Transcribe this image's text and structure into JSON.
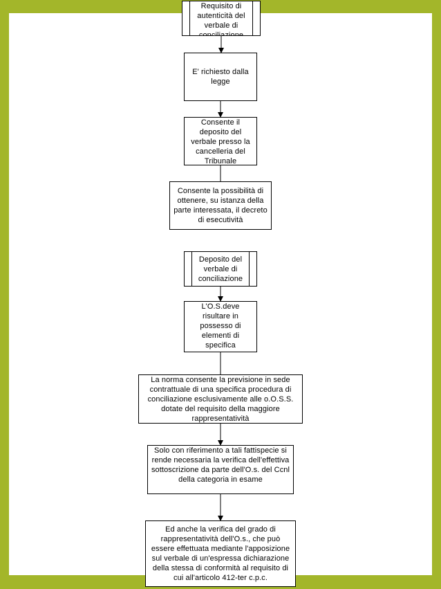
{
  "background_color": "#a3b62a",
  "nodes": [
    {
      "id": "n1",
      "text": "Requisito di autenticità del verbale di conciliazione",
      "style": "predefined-process"
    },
    {
      "id": "n2",
      "text": "E' richiesto dalla legge",
      "style": "process"
    },
    {
      "id": "n3",
      "text": "Consente il deposito del verbale presso la cancelleria del Tribunale",
      "style": "process"
    },
    {
      "id": "n4",
      "text": "Consente la possibilità di ottenere, su istanza della parte interessata, il decreto di esecutività",
      "style": "process"
    },
    {
      "id": "n5",
      "text": "Deposito del verbale di conciliazione",
      "style": "predefined-process"
    },
    {
      "id": "n6",
      "text": "L'O.S.deve risultare in possesso di elementi di specifica rappresentatività",
      "style": "process"
    },
    {
      "id": "n7",
      "text": "La norma consente la previsione in sede contrattuale di una specifica procedura di conciliazione esclusivamente alle o.O.S.S. dotate del requisito della maggiore rappresentatività",
      "style": "process"
    },
    {
      "id": "n8",
      "text": "Solo con riferimento a tali fattispecie si rende necessaria la verifica dell'effettiva sottoscrizione da parte dell'O.s. del Ccnl della categoria in esame",
      "style": "process"
    },
    {
      "id": "n9",
      "text": "Ed anche la verifica del grado di rappresentatività dell'O.s., che può essere effettuata mediante l'apposizione sul verbale di un'espressa dichiarazione della stessa di conformità al requisito di cui all'articolo 412-ter c.p.c.",
      "style": "process"
    }
  ],
  "edges": [
    {
      "from": "n1",
      "to": "n2",
      "arrow": true
    },
    {
      "from": "n2",
      "to": "n3",
      "arrow": true
    },
    {
      "from": "n3",
      "to": "n4",
      "arrow": false
    },
    {
      "from": "n5",
      "to": "n6",
      "arrow": true
    },
    {
      "from": "n6",
      "to": "n7",
      "arrow": false
    },
    {
      "from": "n7",
      "to": "n8",
      "arrow": true
    },
    {
      "from": "n8",
      "to": "n9",
      "arrow": true
    }
  ]
}
